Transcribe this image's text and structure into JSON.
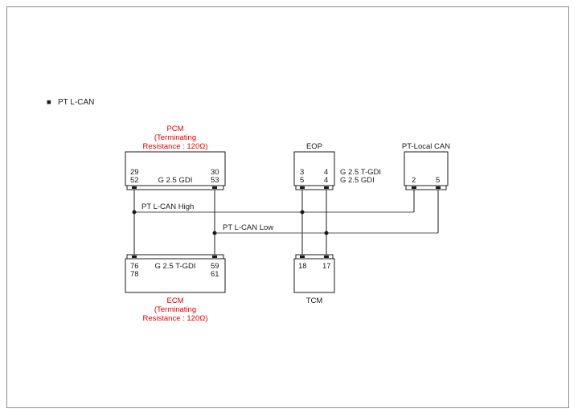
{
  "section": {
    "bullet": "■",
    "title": "PT L-CAN"
  },
  "pcm": {
    "name": "PCM",
    "note_line1": "(Terminating",
    "note_line2": "Resistance : 120Ω)",
    "pins_top_left": "29",
    "pins_bottom_left": "52",
    "pins_top_right": "30",
    "pins_bottom_right": "53",
    "engine": "G 2.5 GDI"
  },
  "eop": {
    "name": "EOP",
    "pins_top_left": "3",
    "pins_bottom_left": "5",
    "pins_top_right": "4",
    "pins_bottom_right": "4",
    "engine_line1": "G 2.5 T-GDI",
    "engine_line2": "G 2.5 GDI"
  },
  "pt_local_can": {
    "name": "PT-Local CAN",
    "pin_left": "2",
    "pin_right": "5"
  },
  "ecm": {
    "name": "ECM",
    "note_line1": "(Terminating",
    "note_line2": "Resistance : 120Ω)",
    "pins_top_left": "76",
    "pins_bottom_left": "78",
    "pins_top_right": "59",
    "pins_bottom_right": "61",
    "engine": "G 2.5 T-GDI"
  },
  "tcm": {
    "name": "TCM",
    "pin_left": "18",
    "pin_right": "17"
  },
  "wires": {
    "high_label": "PT L-CAN High",
    "low_label": "PT L-CAN Low"
  },
  "colors": {
    "frame": "#8c8c8c",
    "line": "#1a1a1a",
    "bus_line": "#555555",
    "note_red": "#e00000"
  }
}
